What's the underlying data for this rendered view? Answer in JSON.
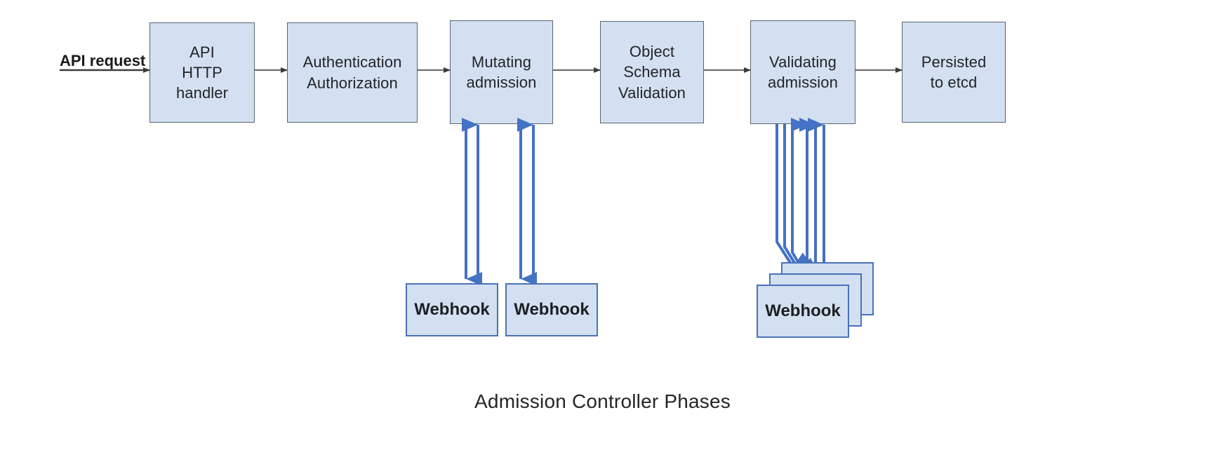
{
  "diagram": {
    "title": "Admission Controller Phases",
    "caption": "Admission Controller Phases",
    "entry_label": "API request",
    "colors": {
      "box_fill": "#d3e0f1",
      "box_stroke": "#5a6570",
      "webhook_stroke": "#4a72b8",
      "arrow_flow": "#4a4a4a",
      "arrow_webhook": "#4472c4",
      "text": "#222428",
      "background": "#ffffff"
    },
    "pipeline": [
      {
        "id": "api-http-handler",
        "label": "API\nHTTP\nhandler"
      },
      {
        "id": "authentication",
        "label": "Authentication\nAuthorization"
      },
      {
        "id": "mutating-admission",
        "label": "Mutating\nadmission"
      },
      {
        "id": "object-schema-validation",
        "label": "Object\nSchema\nValidation"
      },
      {
        "id": "validating-admission",
        "label": "Validating\nadmission"
      },
      {
        "id": "persisted-to-etcd",
        "label": "Persisted\nto etcd"
      }
    ],
    "webhooks": [
      {
        "id": "mutating-webhook-1",
        "label": "Webhook",
        "phase": "mutating-admission",
        "stacked": false
      },
      {
        "id": "mutating-webhook-2",
        "label": "Webhook",
        "phase": "mutating-admission",
        "stacked": false
      },
      {
        "id": "validating-webhook-stack",
        "label": "Webhook",
        "phase": "validating-admission",
        "stacked": true,
        "stack_count": 3
      }
    ],
    "flow_arrows": [
      {
        "from": "api-request",
        "to": "api-http-handler"
      },
      {
        "from": "api-http-handler",
        "to": "authentication"
      },
      {
        "from": "authentication",
        "to": "mutating-admission"
      },
      {
        "from": "mutating-admission",
        "to": "object-schema-validation"
      },
      {
        "from": "object-schema-validation",
        "to": "validating-admission"
      },
      {
        "from": "validating-admission",
        "to": "persisted-to-etcd"
      }
    ],
    "webhook_arrows": [
      {
        "from": "mutating-admission",
        "to": "mutating-webhook-1",
        "direction": "down"
      },
      {
        "from": "mutating-webhook-1",
        "to": "mutating-admission",
        "direction": "up"
      },
      {
        "from": "mutating-admission",
        "to": "mutating-webhook-2",
        "direction": "down"
      },
      {
        "from": "mutating-webhook-2",
        "to": "mutating-admission",
        "direction": "up"
      },
      {
        "from": "validating-admission",
        "to": "validating-webhook-stack",
        "direction": "down",
        "count": 3
      },
      {
        "from": "validating-webhook-stack",
        "to": "validating-admission",
        "direction": "up",
        "count": 3
      }
    ]
  }
}
